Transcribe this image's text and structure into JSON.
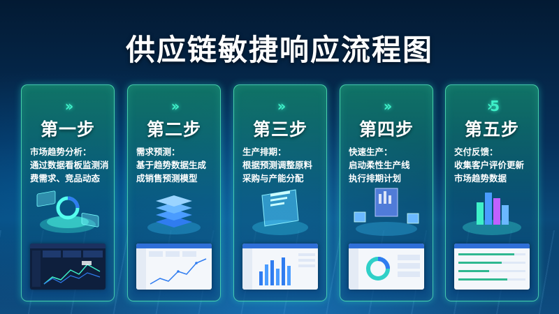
{
  "title": "供应链敏捷响应流程图",
  "colors": {
    "accent": "#3ef0c8",
    "card_border": "#5af0be",
    "chart_blue": "#2f7cf0"
  },
  "steps": [
    {
      "arrow": "››",
      "label": "第一步",
      "lines": [
        "市场趋势分析：",
        "通过数据看板监测消",
        "费需求、竞品动态"
      ],
      "icon": "stack-chart-icon"
    },
    {
      "arrow": "››",
      "label": "第二步",
      "lines": [
        "需求预测：",
        "基于趋势数据生成",
        "成销售预测模型"
      ],
      "icon": "layers-icon"
    },
    {
      "arrow": "››",
      "label": "第三步",
      "lines": [
        "生产排期：",
        "根据预测调整原料",
        "采购与产能分配"
      ],
      "icon": "document-board-icon"
    },
    {
      "arrow": "››",
      "label": "第四步",
      "lines": [
        "快速生产：",
        "启动柔性生产线",
        "执行排期计划"
      ],
      "icon": "factory-cubes-icon"
    },
    {
      "arrow": "›5",
      "label": "第五步",
      "lines": [
        "交付反馈：",
        "收集客户评价更新",
        "市场趋势数据"
      ],
      "icon": "bar-chart-3d-icon"
    }
  ]
}
